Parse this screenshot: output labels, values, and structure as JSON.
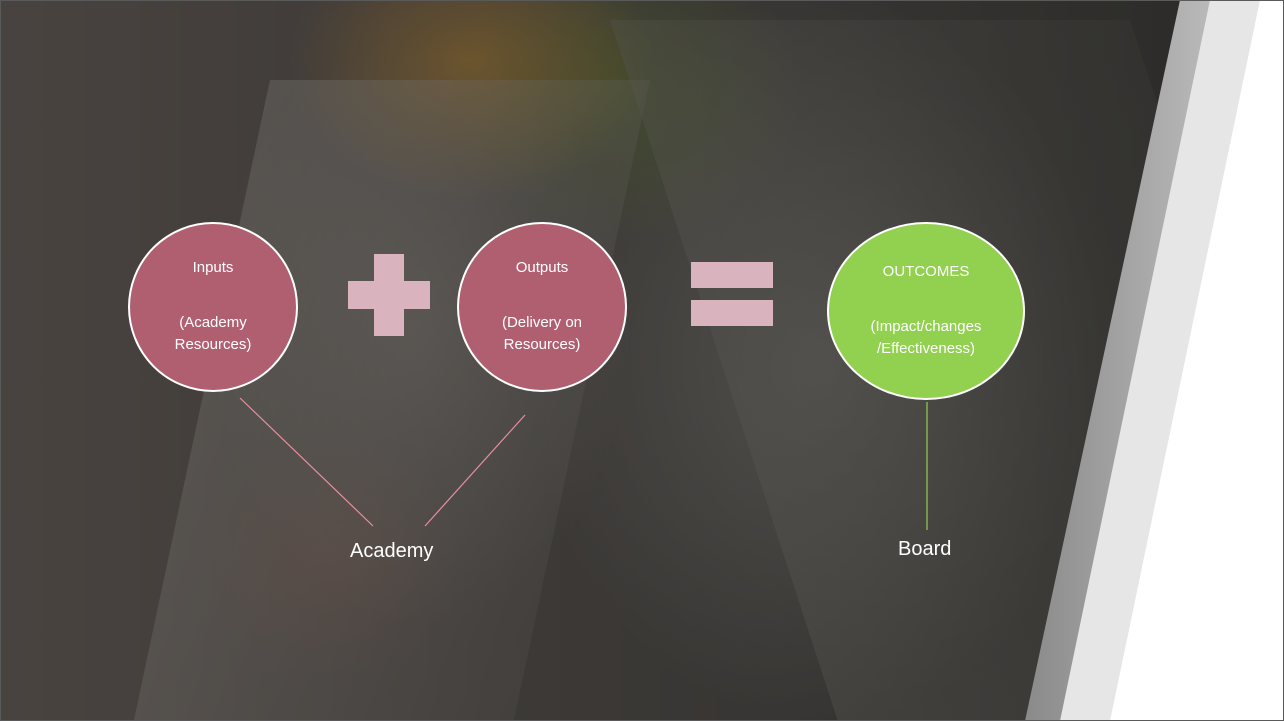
{
  "diagram": {
    "inputs": {
      "title": "Inputs",
      "desc_line1": "(Academy",
      "desc_line2": "Resources)"
    },
    "outputs": {
      "title": "Outputs",
      "desc_line1": "(Delivery on",
      "desc_line2": "Resources)"
    },
    "outcomes": {
      "title": "OUTCOMES",
      "desc_line1": "(Impact/changes",
      "desc_line2": "/Effectiveness)"
    },
    "labels": {
      "academy": "Academy",
      "board": "Board"
    },
    "operators": {
      "plus": "+",
      "equals": "="
    }
  },
  "colors": {
    "academy_circle": "#b05f70",
    "outcomes_circle": "#92d050",
    "operator": "#d9b3bd",
    "academy_connector": "#e8909c",
    "board_connector": "#92d050"
  }
}
